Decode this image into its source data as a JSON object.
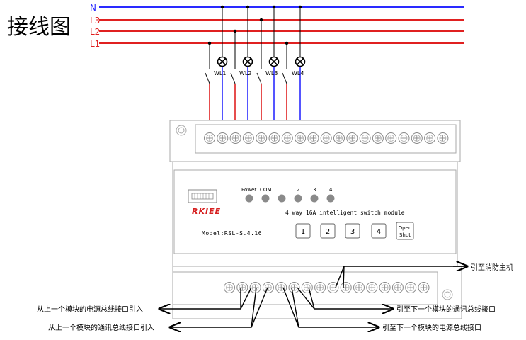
{
  "title": "接线图",
  "buses": [
    {
      "label": "N",
      "color": "#2a2aff"
    },
    {
      "label": "L3",
      "color": "#e02020"
    },
    {
      "label": "L2",
      "color": "#e02020"
    },
    {
      "label": "L1",
      "color": "#e02020"
    }
  ],
  "loads": [
    "WL1",
    "WL2",
    "WL3",
    "WL4"
  ],
  "panel": {
    "brand": "RKIEE",
    "model": "Model:RSL-S.4.16",
    "description": "4 way 16A intelligent switch module",
    "indicators": [
      "Power",
      "COM",
      "1",
      "2",
      "3",
      "4"
    ],
    "buttons": [
      "1",
      "2",
      "3",
      "4"
    ],
    "open_shut": [
      "Open",
      "Shut"
    ]
  },
  "annotations": {
    "fire_host": "引至消防主机",
    "power_bus_in": "从上一个模块的电源总线接口引入",
    "comm_bus_in": "从上一个模块的通讯总线接口引入",
    "comm_bus_out": "引至下一个模块的通讯总线接口",
    "power_bus_out": "引至下一个模块的电源总线接口"
  },
  "colors": {
    "phase": "#e02020",
    "neutral": "#2a2aff",
    "outline": "#999999",
    "brand": "#d62020"
  }
}
